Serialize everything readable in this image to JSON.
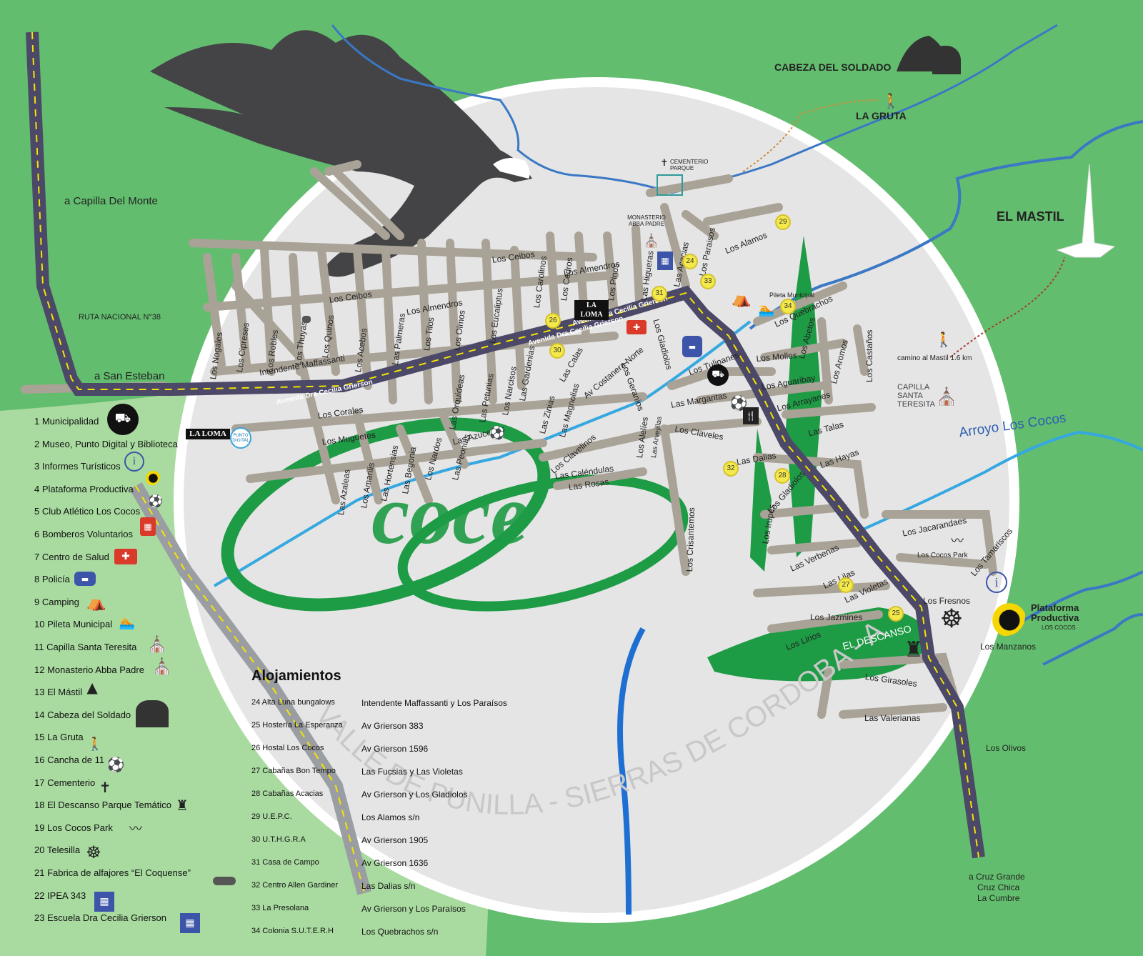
{
  "map": {
    "title_watermark": "VALLE DE PUNILLA - SIERRAS DE CORDOBA - ARGENTINA",
    "colors": {
      "green": "#63bd6e",
      "light_green": "#a9dba0",
      "circle": "#e5e5e6",
      "road": "#a9a296",
      "highway": "#4b4868",
      "river": "#3a78c5",
      "dark_green": "#1e9b45",
      "condor": "#444446"
    }
  },
  "places": {
    "capilla_del_monte": "a Capilla Del Monte",
    "ruta38": "RUTA NACIONAL N°38",
    "san_esteban": "a San Esteban",
    "cabeza_soldado": "CABEZA DEL SOLDADO",
    "la_gruta": "LA GRUTA",
    "el_mastil": "EL MASTIL",
    "cementerio": "CEMENTERIO PARQUE",
    "monasterio": "MONASTERIO ABBA PADRE",
    "pileta": "Pileta Municipal",
    "camino_mastil": "camino al Mastil 1.6 km",
    "capilla_teresita": "CAPILLA SANTA TERESITA",
    "arroyo": "Arroyo Los Cocos",
    "el_descanso": "EL DESCANSO",
    "los_cocos_park": "Los Cocos Park",
    "plataforma": "Plataforma Productiva",
    "plataforma_sub": "LOS COCOS",
    "cruz_grande": "a Cruz Grande",
    "cruz_chica": "Cruz Chica",
    "la_cumbre": "La Cumbre",
    "la_loma": "LA LOMA",
    "punto_digital": "PUNTO DIGITAL",
    "cocos_logo": "cocos"
  },
  "streets": {
    "los_ceibos_1": "Los Ceibos",
    "los_ceibos_2": "Los Ceibos",
    "los_almendros_1": "Los Almendros",
    "los_almendros_2": "Los Almendros",
    "avenida_1": "Avenida Dra Cecilia Grierson",
    "avenida_2": "Avenida Dra Cecilia Grierson",
    "avenida_3": "Avenida Dra Cecilia Grierson",
    "los_nogales": "Los Nogales",
    "los_cipreses": "Los Cipreses",
    "los_robles": "Los Robles",
    "los_thuyas": "Los Thuyas",
    "los_quinos": "Los Quinos",
    "los_acebos": "Los Acebos",
    "las_palmeras": "Las Palmeras",
    "los_tilos": "Los Tilos",
    "los_olmos": "Los Olmos",
    "los_eucaliptus": "Los Eucaliptus",
    "los_carolinos": "Los Carolinos",
    "los_cedros": "Los Cedros",
    "los_pinos": "Los Pinos",
    "las_higueras": "Las Higueras",
    "las_acacias": "Las Acacias",
    "los_paraisos": "Los Paraisos",
    "los_alamos": "Los Alamos",
    "intendente": "Intendente Maffassanti",
    "los_corales": "Los Corales",
    "los_muguetes": "Los Muguetes",
    "las_azaleas": "Las Azaleas",
    "los_amarilis": "Los Amarilis",
    "las_hortensias": "Las Hortensias",
    "las_begonia": "Las Begonia",
    "los_nardos": "Los Nardos",
    "las_peonias": "Las Peonias",
    "las_orquideas": "Las Orquideas",
    "las_petunias": "Las Petunias",
    "los_narcisos": "Los Narcisos",
    "las_gardenias": "Las Gardenias",
    "las_azucenas": "Las Azucenas",
    "las_zinias": "Las Zinias",
    "las_magnolias": "Las Magnolias",
    "las_calas": "Las Calas",
    "av_costanera": "Av Costanera Norte",
    "los_geranios": "Los Geranios",
    "los_gladiolos_1": "Los Gladiolos",
    "los_clavelinos": "Los Clavelinos",
    "las_calendulas": "Las Caléndulas",
    "las_rosas": "Las Rosas",
    "los_alelies": "Los Alelíes",
    "las_arvejillas": "Las Arvejillas",
    "los_claveles": "Los Claveles",
    "las_margaritas": "Las Margaritas",
    "los_tulipanes": "Los Tulipanes",
    "los_molles": "Los Molles",
    "los_quebrachos": "Los Quebrachos",
    "los_abetos": "Los Abetos",
    "los_aromos": "Los Aromos",
    "los_castanos": "Los Castaños",
    "los_aguaribay": "Los Aguaribay",
    "los_arrayanes": "Los Arrayanes",
    "las_talas": "Las Talas",
    "las_dalias": "Las Dalias",
    "las_hayas": "Las Hayas",
    "los_gladiolos_2": "Los Gladiolos",
    "los_irupes": "Los Irupés",
    "los_crisantemos": "Los Crisantemos",
    "las_verbenas": "Las Verbenas",
    "las_lilas": "Las Lilas",
    "las_violetas": "Las Violetas",
    "los_jazmines": "Los Jazmines",
    "los_lirios": "Los Lirios",
    "los_jacarandaes": "Los Jacarandaes",
    "los_tamariscos": "Los Tamariscos",
    "los_fresnos": "Los Fresnos",
    "los_manzanos": "Los Manzanos",
    "los_girasoles": "Los Girasoles",
    "las_valerianas": "Las Valerianas",
    "los_olivos": "Los Olivos"
  },
  "badges": {
    "b24": "24",
    "b25": "25",
    "b26": "26",
    "b27": "27",
    "b28": "28",
    "b29": "29",
    "b30": "30",
    "b31": "31",
    "b32": "32",
    "b33": "33",
    "b34": "34"
  },
  "legend": [
    "1 Municipalidad",
    "2 Museo, Punto Digital y Biblioteca",
    "3 Informes Turísticos",
    "4 Plataforma Productiva",
    "5 Club Atlético Los Cocos",
    "6 Bomberos Voluntarios",
    "7 Centro de Salud",
    "8 Policía",
    "9 Camping",
    "10 Pileta Municipal",
    "11 Capilla Santa Teresita",
    "12 Monasterio Abba Padre",
    "13 El Mástil",
    "14 Cabeza del Soldado",
    "15 La Gruta",
    "16 Cancha de 11",
    "17 Cementerio",
    "18 El Descanso Parque Temático",
    "19 Los Cocos Park",
    "20 Telesilla",
    "21 Fabrica de alfajores “El Coquense”",
    "22 IPEA 343",
    "23 Escuela Dra Cecilia Grierson"
  ],
  "alojamientos": {
    "title": "Alojamientos",
    "items": [
      {
        "name": "24 Alta Luna bungalows",
        "address": "Intendente Maffassanti y Los Paraísos"
      },
      {
        "name": "25 Hostería La Esperanza",
        "address": "Av Grierson 383"
      },
      {
        "name": "26 Hostal Los Cocos",
        "address": "Av Grierson 1596"
      },
      {
        "name": "27 Cabañas Bon Tempo",
        "address": "Las Fucsias y Las Violetas"
      },
      {
        "name": "28 Cabañas Acacias",
        "address": "Av Grierson y Los Gladiolos"
      },
      {
        "name": "29 U.E.P.C.",
        "address": "Los Alamos s/n"
      },
      {
        "name": "30 U.T.H.G.R.A",
        "address": "Av Grierson 1905"
      },
      {
        "name": "31 Casa de Campo",
        "address": "Av Grierson 1636"
      },
      {
        "name": "32 Centro Allen Gardiner",
        "address": "Las Dalias s/n"
      },
      {
        "name": "33 La Presolana",
        "address": "Av Grierson y Los Paraísos"
      },
      {
        "name": "34 Colonia S.U.T.E.R.H",
        "address": "Los Quebrachos s/n"
      }
    ]
  }
}
